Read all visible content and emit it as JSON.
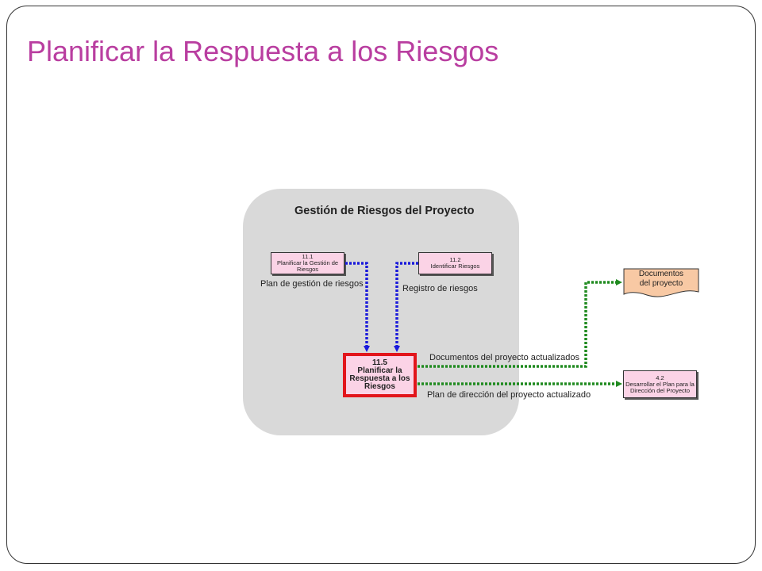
{
  "slide": {
    "title": "Planificar la Respuesta a los Riesgos"
  },
  "diagram": {
    "group_title": "Gestión de Riesgos del Proyecto",
    "nodes": {
      "plan_gestion": {
        "code": "11.1",
        "label": "Planificar la Gestión de Riesgos"
      },
      "identificar": {
        "code": "11.2",
        "label": "Identificar Riesgos"
      },
      "planificar_respuesta": {
        "code": "11.5",
        "label": "Planificar la Respuesta a los Riesgos"
      },
      "documentos": {
        "label_line1": "Documentos",
        "label_line2": "del proyecto"
      },
      "desarrollar_plan": {
        "code": "4.2",
        "label": "Desarrollar el Plan para la Dirección del Proyecto"
      }
    },
    "flows": {
      "plan_gestion_riesgos": "Plan de gestión de riesgos",
      "registro_riesgos": "Registro de riesgos",
      "docs_actualizados": "Documentos del proyecto actualizados",
      "plan_direccion_actualizado": "Plan de dirección del proyecto actualizado"
    },
    "colors": {
      "input_arrow": "#1a1adb",
      "output_arrow": "#1f8a1f",
      "main_border": "#e2151b",
      "process_fill": "#fbd3e6",
      "document_fill": "#f8c9a4",
      "title": "#b93ea0"
    }
  }
}
